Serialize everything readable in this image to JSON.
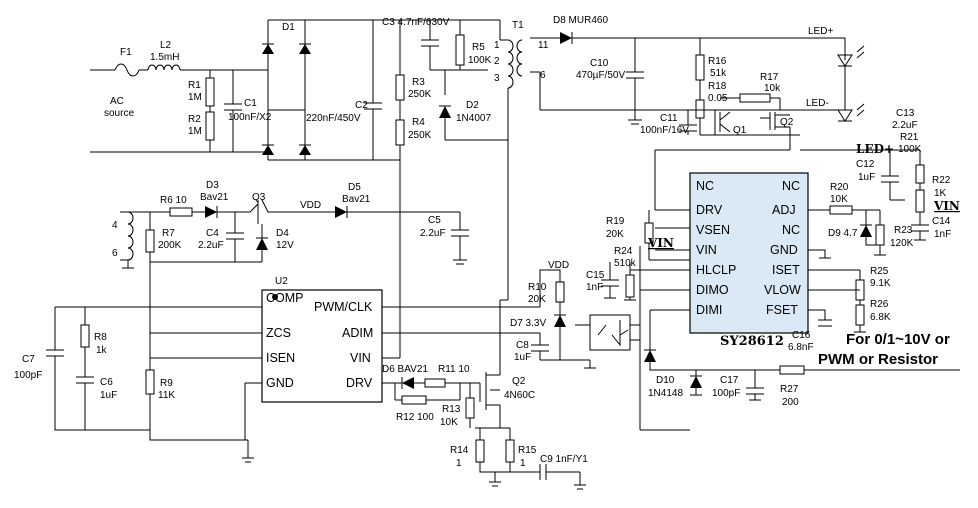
{
  "source": {
    "f1": "F1",
    "l2": "L2",
    "l2v": "1.5mH",
    "ac1": "AC",
    "ac2": "source"
  },
  "input": {
    "r1": "R1",
    "r1v": "1M",
    "r2": "R2",
    "r2v": "1M",
    "c1": "C1",
    "c1v": "100nF/X2",
    "d1": "D1",
    "c2": "C2",
    "c2v": "220nF/450V",
    "c3": "C3 4.7nF/630V",
    "r5": "R5",
    "r5v": "100K",
    "r3": "R3",
    "r3v": "250K",
    "r4": "R4",
    "r4v": "250K",
    "d2": "D2",
    "d2v": "1N4007"
  },
  "transformer": {
    "t1": "T1",
    "p1": "1",
    "p2": "2",
    "p3": "3",
    "p11": "11",
    "p6": "6",
    "p4": "4",
    "p6b": "6"
  },
  "output": {
    "d8": "D8 MUR460",
    "c10": "C10",
    "c10v": "470µF/50V",
    "r16": "R16",
    "r16v": "51k",
    "r18": "R18",
    "r18v": "0.05",
    "r17": "R17",
    "r17v": "10k",
    "c11": "C11",
    "c11v": "100nF/16V",
    "q1": "Q1",
    "q2": "Q2",
    "ledp": "LED+",
    "ledm": "LED-"
  },
  "aux": {
    "r6": "R6 10",
    "d3": "D3",
    "d3v": "Bav21",
    "q3": "Q3",
    "vdd": "VDD",
    "d5": "D5",
    "d5v": "Bav21",
    "r7": "R7",
    "r7v": "200K",
    "c4": "C4",
    "c4v": "2.2uF",
    "d4": "D4",
    "d4v": "12V",
    "c5": "C5",
    "c5v": "2.2uF"
  },
  "u2": {
    "name": "U2",
    "comp": "COMP",
    "zcs": "ZCS",
    "isen": "ISEN",
    "gnd": "GND",
    "pwm": "PWM/CLK",
    "adim": "ADIM",
    "vin": "VIN",
    "drv": "DRV"
  },
  "left": {
    "c7": "C7",
    "c7v": "100pF",
    "r8": "R8",
    "r8v": "1k",
    "c6": "C6",
    "c6v": "1uF",
    "r9": "R9",
    "r9v": "11K"
  },
  "drive": {
    "d6": "D6 BAV21",
    "r11": "R11 10",
    "r12": "R12 100",
    "r13": "R13",
    "r13v": "10K",
    "q2": "Q2",
    "q2v": "4N60C",
    "r14": "R14",
    "r14v": "1",
    "r15": "R15",
    "r15v": "1",
    "c9": "C9 1nF/Y1"
  },
  "mid": {
    "vdd": "VDD",
    "r10": "R10",
    "r10v": "20K",
    "d7": "D7 3.3V",
    "c8": "C8",
    "c8v": "1uF",
    "c15": "C15",
    "c15v": "1nF",
    "r24": "R24",
    "r24v": "510k",
    "r19": "R19",
    "r19v": "20K",
    "vin": "VIN"
  },
  "chip": {
    "nc1": "NC",
    "drv": "DRV",
    "vsen": "VSEN",
    "vin": "VIN",
    "hlclp": "HLCLP",
    "dimo": "DIMO",
    "dimi": "DIMI",
    "nc2": "NC",
    "adj": "ADJ",
    "nc3": "NC",
    "gnd": "GND",
    "iset": "ISET",
    "vlow": "VLOW",
    "fset": "FSET",
    "name": "SY28612"
  },
  "right": {
    "c13": "C13",
    "c13v": "2.2uF",
    "r21": "R21",
    "r21v": "100K",
    "ledp": "LED+",
    "c12": "C12",
    "c12v": "1uF",
    "r22": "R22",
    "r22v": "1K",
    "vin": "VIN",
    "c14": "C14",
    "c14v": "1nF",
    "r20": "R20",
    "r20v": "10K",
    "d9": "D9 4.7",
    "r23": "R23",
    "r23v": "120K",
    "r25": "R25",
    "r25v": "9.1K",
    "r26": "R26",
    "r26v": "6.8K",
    "c16": "C16",
    "c16v": "6.8nF"
  },
  "bottom": {
    "d10": "D10",
    "d10v": "1N4148",
    "c17": "C17",
    "c17v": "100pF",
    "r27": "R27",
    "r27v": "200",
    "note1": "For 0/1~10V or",
    "note2": "PWM or Resistor"
  }
}
